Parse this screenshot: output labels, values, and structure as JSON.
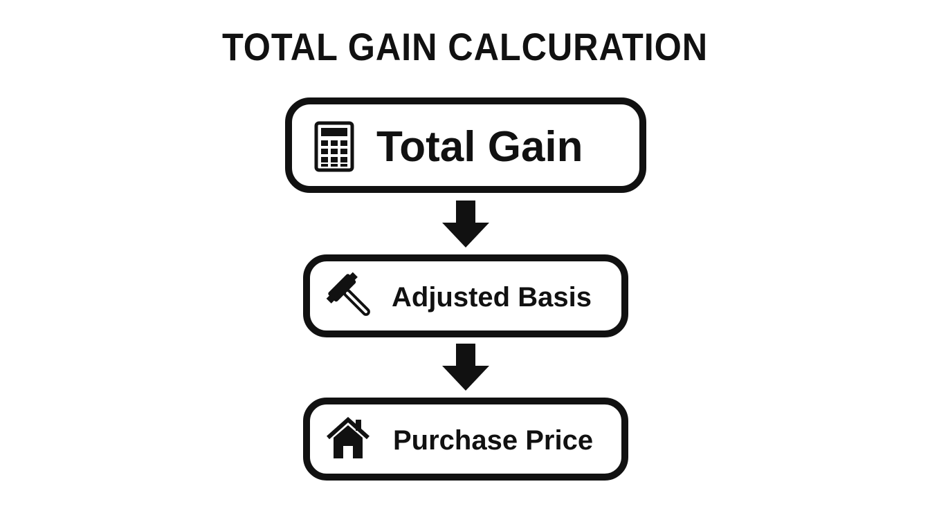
{
  "title": "TOTAL GAIN CALCURATION",
  "nodes": [
    {
      "label": "Total Gain",
      "icon": "calculator-icon"
    },
    {
      "label": "Adjusted Basis",
      "icon": "hammer-icon"
    },
    {
      "label": "Purchase Price",
      "icon": "house-icon"
    }
  ],
  "connectors": [
    {
      "from": "Total Gain",
      "to": "Adjusted Basis",
      "icon": "arrow-down-icon"
    },
    {
      "from": "Adjusted Basis",
      "to": "Purchase Price",
      "icon": "arrow-down-icon"
    }
  ],
  "colors": {
    "background": "#ffffff",
    "ink": "#111111"
  }
}
